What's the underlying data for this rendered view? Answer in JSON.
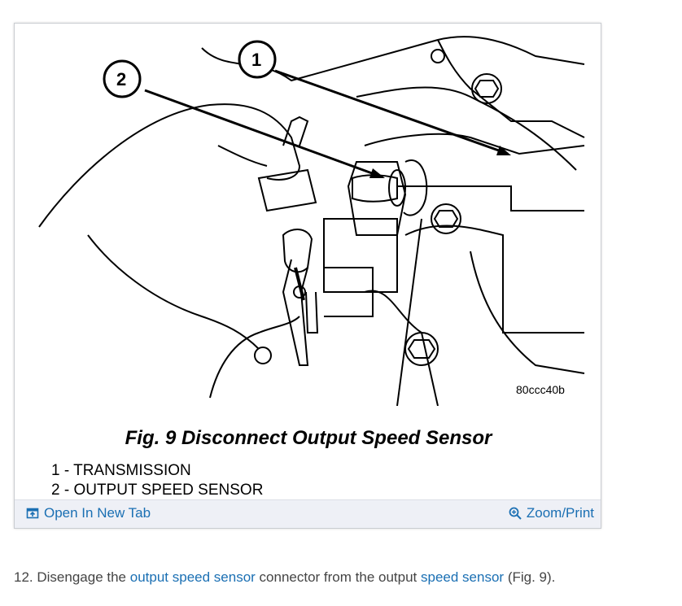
{
  "figure": {
    "callouts": [
      "1",
      "2"
    ],
    "part_code": "80ccc40b",
    "caption": "Fig. 9 Disconnect Output Speed Sensor",
    "legend": [
      "1 - TRANSMISSION",
      "2 - OUTPUT SPEED SENSOR"
    ],
    "actions": {
      "open_new_tab": "Open In New Tab",
      "zoom_print": "Zoom/Print"
    }
  },
  "step": {
    "number": "12.",
    "text_before": "Disengage the",
    "link1": "output speed sensor",
    "text_middle": "connector from the output",
    "link2": "speed sensor",
    "text_after": "(Fig. 9)."
  },
  "colors": {
    "link": "#1a6fb3",
    "action_bar": "#eef0f6"
  },
  "icons": [
    "open-new-tab-icon",
    "zoom-icon"
  ]
}
